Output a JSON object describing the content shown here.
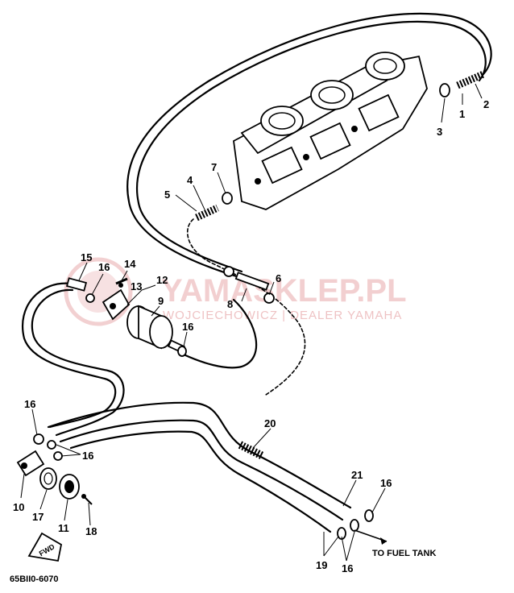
{
  "watermark": {
    "brand": "YAMASKLEP.PL",
    "subline": "WOJCIECHOWICZ | DEALER YAMAHA"
  },
  "drawing_code": "65BII0-6070",
  "fuel_tank_label": "TO FUEL TANK",
  "fwd_label": "FWD",
  "callouts": [
    "1",
    "2",
    "3",
    "4",
    "5",
    "6",
    "7",
    "8",
    "9",
    "10",
    "11",
    "12",
    "13",
    "14",
    "15",
    "16",
    "17",
    "18",
    "19",
    "20",
    "21"
  ]
}
